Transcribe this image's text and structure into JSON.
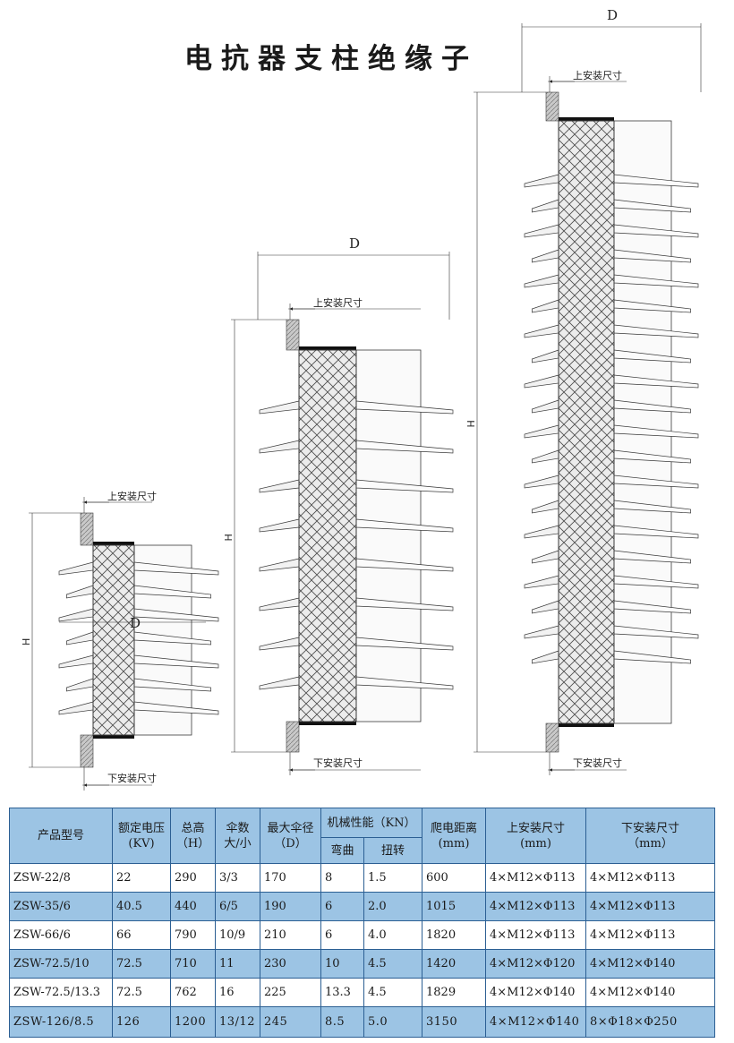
{
  "title": "电抗器支柱绝缘子",
  "drawing": {
    "label_D": "D",
    "label_H": "H",
    "label_upper": "上安装尺寸",
    "label_lower": "下安装尺寸"
  },
  "table": {
    "headers": {
      "model": "产品型号",
      "voltage": "额定电压",
      "voltage_unit": "(KV)",
      "height": "总高",
      "height_unit": "（H）",
      "sheds": "伞数",
      "sheds_sub": "大/小",
      "diameter": "最大伞径",
      "diameter_unit": "（D）",
      "mech": "机械性能（KN）",
      "bend": "弯曲",
      "torsion": "扭转",
      "creep": "爬电距离",
      "creep_unit": "(mm)",
      "upper": "上安装尺寸",
      "upper_unit": "(mm)",
      "lower": "下安装尺寸",
      "lower_unit": "（mm）"
    },
    "rows": [
      {
        "model": "ZSW-22/8",
        "voltage": "22",
        "height": "290",
        "sheds": "3/3",
        "diameter": "170",
        "bend": "8",
        "torsion": "1.5",
        "creep": "600",
        "upper": "4×M12×Φ113",
        "lower": "4×M12×Φ113"
      },
      {
        "model": "ZSW-35/6",
        "voltage": "40.5",
        "height": "440",
        "sheds": "6/5",
        "diameter": "190",
        "bend": "6",
        "torsion": "2.0",
        "creep": "1015",
        "upper": "4×M12×Φ113",
        "lower": "4×M12×Φ113"
      },
      {
        "model": "ZSW-66/6",
        "voltage": "66",
        "height": "790",
        "sheds": "10/9",
        "diameter": "210",
        "bend": "6",
        "torsion": "4.0",
        "creep": "1820",
        "upper": "4×M12×Φ113",
        "lower": "4×M12×Φ113"
      },
      {
        "model": "ZSW-72.5/10",
        "voltage": "72.5",
        "height": "710",
        "sheds": "11",
        "diameter": "230",
        "bend": "10",
        "torsion": "4.5",
        "creep": "1420",
        "upper": "4×M12×Φ120",
        "lower": "4×M12×Φ140"
      },
      {
        "model": "ZSW-72.5/13.3",
        "voltage": "72.5",
        "height": "762",
        "sheds": "16",
        "diameter": "225",
        "bend": "13.3",
        "torsion": "4.5",
        "creep": "1829",
        "upper": "4×M12×Φ140",
        "lower": "4×M12×Φ140"
      },
      {
        "model": "ZSW-126/8.5",
        "voltage": "126",
        "height": "1200",
        "sheds": "13/12",
        "diameter": "245",
        "bend": "8.5",
        "torsion": "5.0",
        "creep": "3150",
        "upper": "4×M12×Φ140",
        "lower": "8×Φ18×Φ250"
      }
    ]
  }
}
